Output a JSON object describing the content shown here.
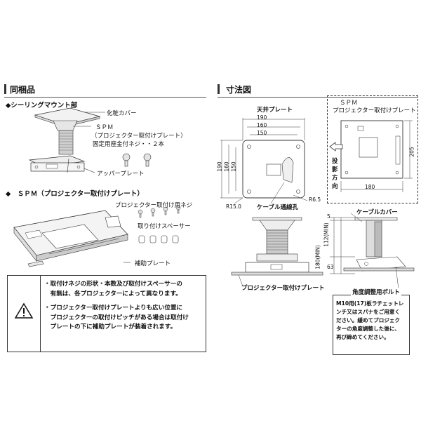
{
  "left": {
    "section_title": "同梱品",
    "ceiling_mount": {
      "heading": "◆シーリングマウント部",
      "label_cover": "化粧カバー",
      "label_spm": "ＳＰＭ",
      "label_spm_paren": "（プロジェクター取付けプレート）",
      "label_screws": "固定用座金付ネジ・・２本",
      "label_upper_plate": "アッパープレート"
    },
    "spm_section": {
      "heading": "◆　ＳＰＭ（プロジェクター取付けプレート）",
      "label_screws": "プロジェクター取付け用ネジ",
      "label_spacer": "取り付けスペーサー",
      "label_aux_plate": "補助プレート"
    },
    "notes": {
      "icon": "warning-icon",
      "note1": "・取付けネジの形状・本数及び取付けスペーサーの\n　有無は、各プロジェクターによって異なります。",
      "note2": "・プロジェクター取付けプレートよりも広い位置に\n　プロジェクターの取付けピッチがある場合は取付け\n　プレートの下に補助プレートが装着されます。"
    }
  },
  "right": {
    "section_title": "寸法図",
    "ceiling_plate": {
      "title": "天井プレート",
      "dim_w1": "190",
      "dim_w2": "160",
      "dim_w3": "150",
      "dim_h1": "190",
      "dim_h2": "160",
      "dim_h3": "150",
      "radius_outer": "R15.0",
      "radius_inner": "R6.5",
      "cable_hole": "ケーブル通線孔"
    },
    "spm": {
      "title": "ＳＰＭ",
      "subtitle": "プロジェクター取付けプレート",
      "dim_w": "180",
      "dim_h": "205",
      "direction": "投影方向"
    },
    "side_view": {
      "cable_cover": "ケーブルカバー",
      "dim_5": "5",
      "dim_112": "112(MIN)",
      "dim_180": "180(MIN)",
      "dim_63": "63",
      "proj_plate": "プロジェクター取付けプレート",
      "angle_bolt": "角度調整用ボルト",
      "bolt_note": "M10用(17)板ラチェットレ\nンチ又はスパナをご用意く\nださい。緩めてプロジェク\nターの角度調整した後に、\n再び締めてください。"
    }
  }
}
